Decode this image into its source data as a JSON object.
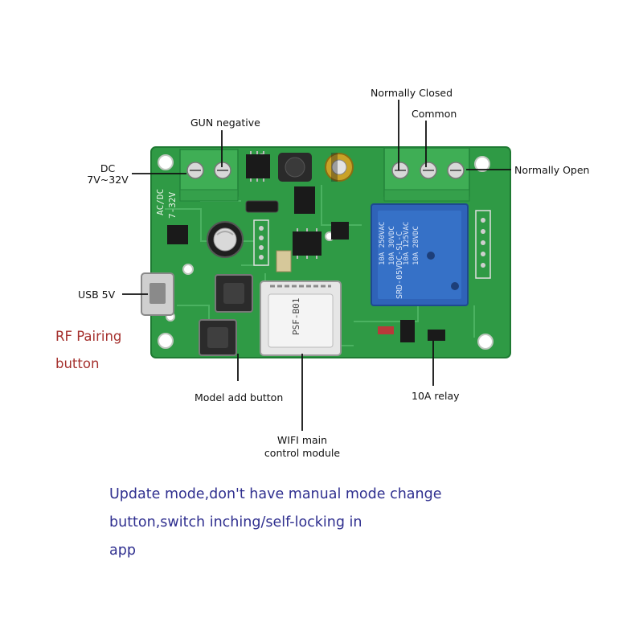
{
  "labels": {
    "normally_closed": "Normally Closed",
    "common": "Common",
    "normally_open": "Normally Open",
    "gun_negative": "GUN negative",
    "dc_line1": "DC",
    "dc_line2": "7V~32V",
    "usb": "USB 5V",
    "rf_line1": "RF Pairing",
    "rf_line2": "button",
    "model_add": "Model add button",
    "wifi_line1": "WIFI main",
    "wifi_line2": "control module",
    "relay_10a": "10A relay"
  },
  "note": {
    "line1": "Update mode,don't have manual mode change",
    "line2": "button,switch inching/self-locking in",
    "line3": "app"
  },
  "board_print": {
    "acdc": "AC/DC",
    "range": "7-32V",
    "module": "PSF-B01",
    "relay": [
      "10A 250VAC",
      "10A 30VDC",
      "10A 125VAC",
      "10A 28VDC",
      "SRD-05VDC-SL-C"
    ]
  },
  "colors": {
    "pcb": "#2f9a45",
    "terminal": "#3fae55",
    "relay": "#2f63b8",
    "rf_text": "#a5312e",
    "note_text": "#2f2f8f"
  }
}
